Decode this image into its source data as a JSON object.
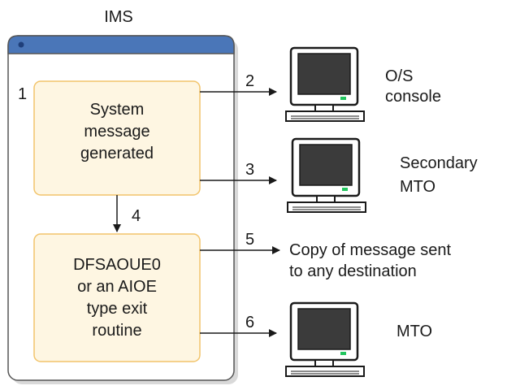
{
  "container": {
    "title": "IMS",
    "header_color": "#4a76b8"
  },
  "boxes": {
    "system_message": {
      "step": "1",
      "lines": [
        "System",
        "message",
        "generated"
      ],
      "fill": "#fef6e2",
      "border": "#f2c46b"
    },
    "exit_routine": {
      "lines": [
        "DFSAOUE0",
        "or an AIOE",
        "type exit",
        "routine"
      ],
      "fill": "#fef6e2",
      "border": "#f2c46b"
    }
  },
  "arrows": {
    "to_os_console": "2",
    "to_secondary_mto": "3",
    "to_exit_routine": "4",
    "to_any_destination": "5",
    "to_mto": "6"
  },
  "destinations": {
    "os_console": [
      "O/S",
      "console"
    ],
    "secondary_mto": [
      "Secondary",
      "MTO"
    ],
    "any_destination": [
      "Copy of message sent",
      "to any destination"
    ],
    "mto": [
      "MTO"
    ]
  },
  "icons": {
    "terminal": "computer-terminal-icon",
    "screen_color": "#3b3b3b",
    "led_color": "#22c55e"
  }
}
